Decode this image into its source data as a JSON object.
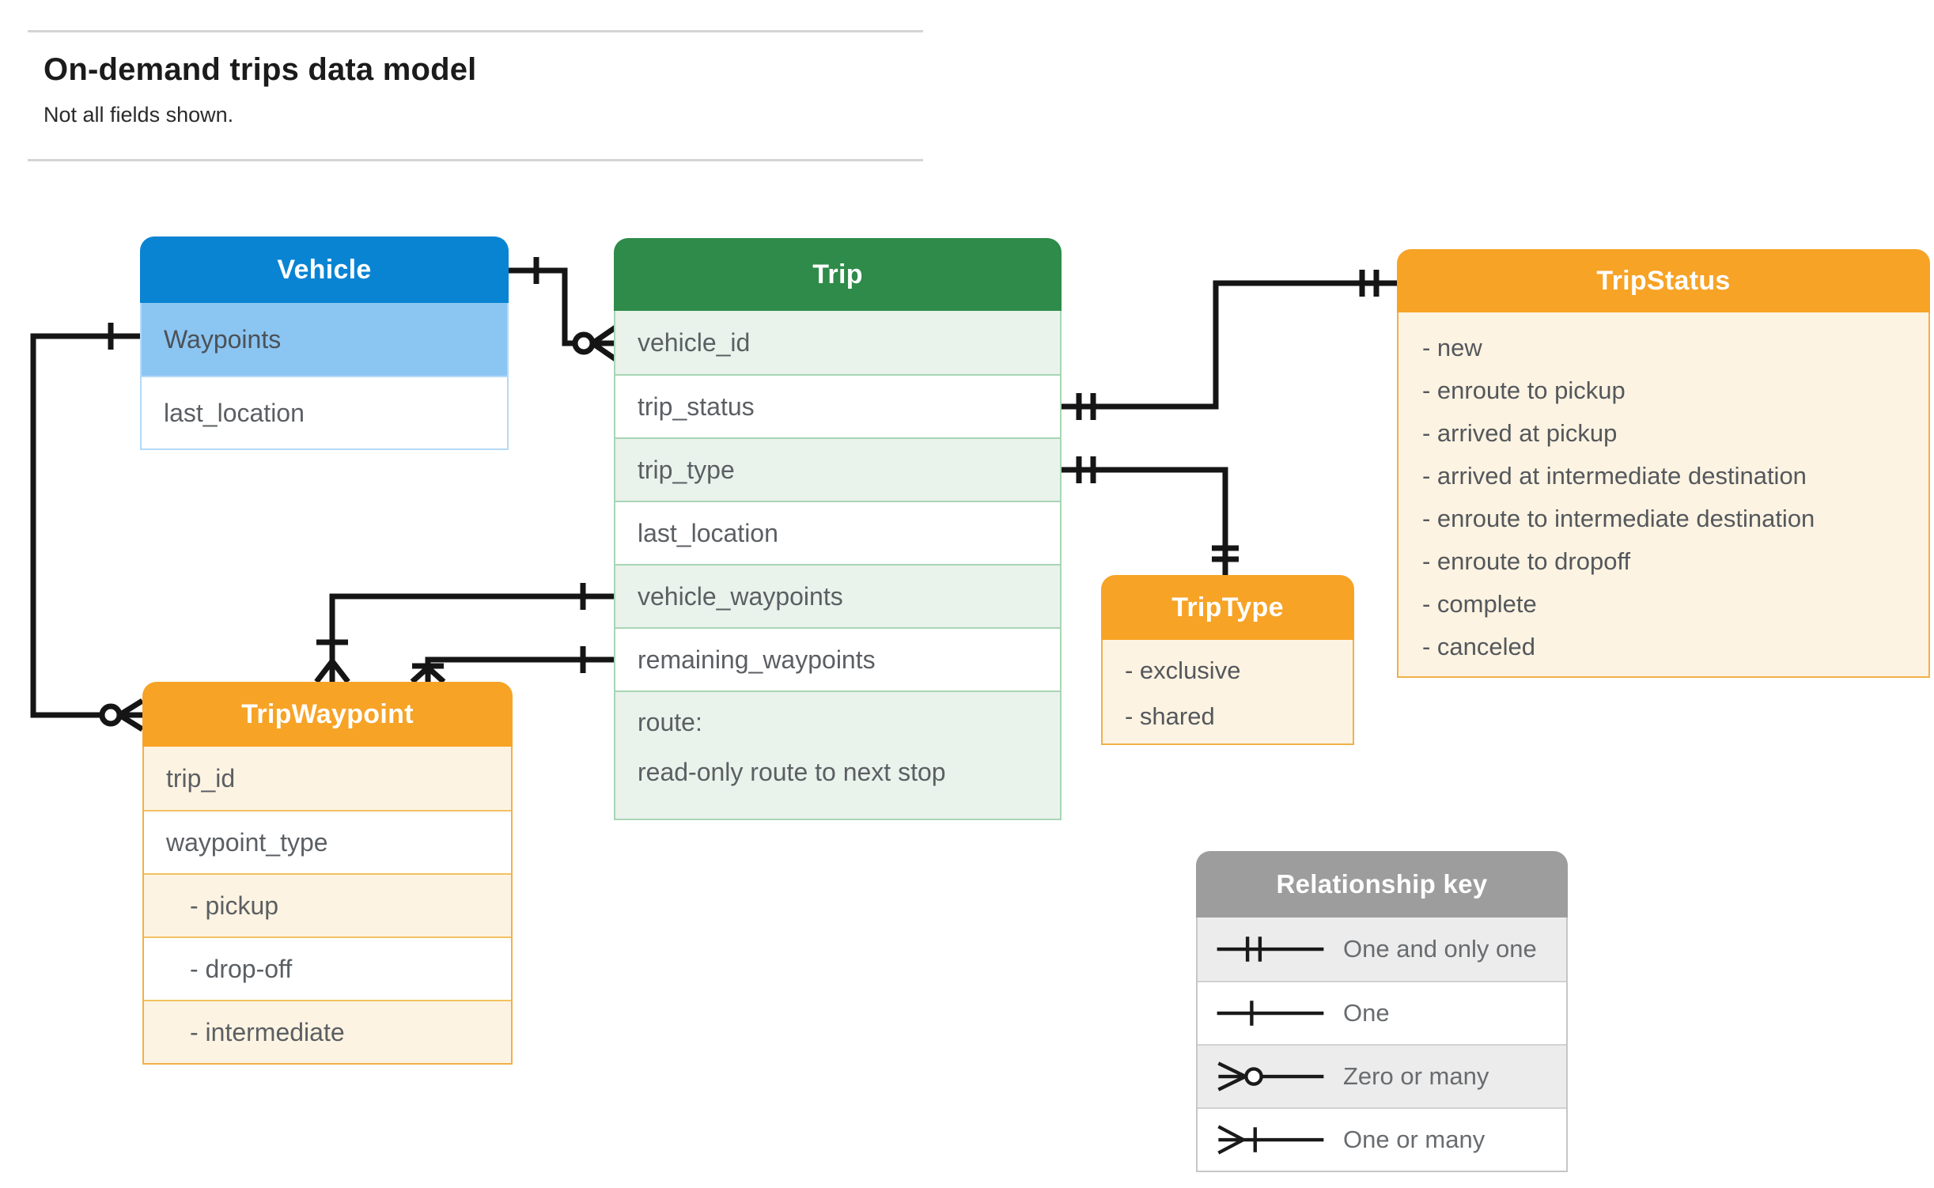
{
  "header": {
    "title": "On-demand trips data model",
    "subtitle": "Not all fields shown."
  },
  "entities": {
    "vehicle": {
      "title": "Vehicle",
      "rows": [
        "Waypoints",
        "last_location"
      ]
    },
    "trip": {
      "title": "Trip",
      "rows": [
        "vehicle_id",
        "trip_status",
        "trip_type",
        "last_location",
        "vehicle_waypoints",
        "remaining_waypoints"
      ],
      "route_line1": "route:",
      "route_line2": "read-only route to next stop"
    },
    "tripstatus": {
      "title": "TripStatus",
      "items": [
        "- new",
        "- enroute to pickup",
        "- arrived at pickup",
        "- arrived at intermediate destination",
        "- enroute to intermediate destination",
        "- enroute to dropoff",
        "- complete",
        "- canceled"
      ]
    },
    "triptype": {
      "title": "TripType",
      "items": [
        "- exclusive",
        "- shared"
      ]
    },
    "tripwaypoint": {
      "title": "TripWaypoint",
      "rows": [
        "trip_id",
        "waypoint_type",
        "- pickup",
        "- drop-off",
        "- intermediate"
      ]
    }
  },
  "key": {
    "title": "Relationship key",
    "rows": [
      {
        "symbol": "one-and-only-one",
        "label": "One and only one"
      },
      {
        "symbol": "one",
        "label": "One"
      },
      {
        "symbol": "zero-or-many",
        "label": "Zero or many"
      },
      {
        "symbol": "one-or-many",
        "label": "One or many"
      }
    ]
  },
  "colors": {
    "vehicle_header": "#0984d3",
    "vehicle_row_highlight": "#8bc5f2",
    "trip_header": "#2e8b49",
    "trip_row_tint": "#e9f2eb",
    "enum_header": "#f7a326",
    "enum_body": "#fdf3e2",
    "key_header": "#9d9d9d",
    "key_row_tint": "#ececec",
    "connector": "#151515"
  }
}
